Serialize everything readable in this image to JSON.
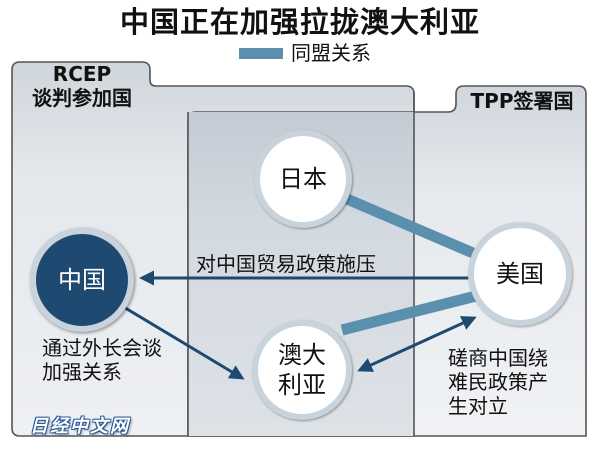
{
  "title": "中国正在加强拉拢澳大利亚",
  "legend": {
    "alliance_label": "同盟关系"
  },
  "groups": {
    "rcep": {
      "line1": "RCEP",
      "line2": "谈判参加国"
    },
    "tpp": {
      "label": "TPP签署国"
    }
  },
  "nodes": {
    "japan": "日本",
    "china": "中国",
    "usa": "美国",
    "australia_line1": "澳大",
    "australia_line2": "利亚"
  },
  "edges": {
    "usa_to_china": "对中国贸易政策施压",
    "china_to_australia_line1": "通过外长会谈",
    "china_to_australia_line2": "加强关系",
    "usa_australia_line1": "磋商中国绕",
    "usa_australia_line2": "难民政策产",
    "usa_australia_line3": "生对立"
  },
  "source": {
    "watermark": "日经中文网"
  },
  "colors": {
    "alliance_line": "#5a90ad",
    "arrow": "#1e4a72",
    "china_node": "#1e4a72",
    "region_fill": "#e6e9ee",
    "overlap_fill": "#d4dae1"
  }
}
